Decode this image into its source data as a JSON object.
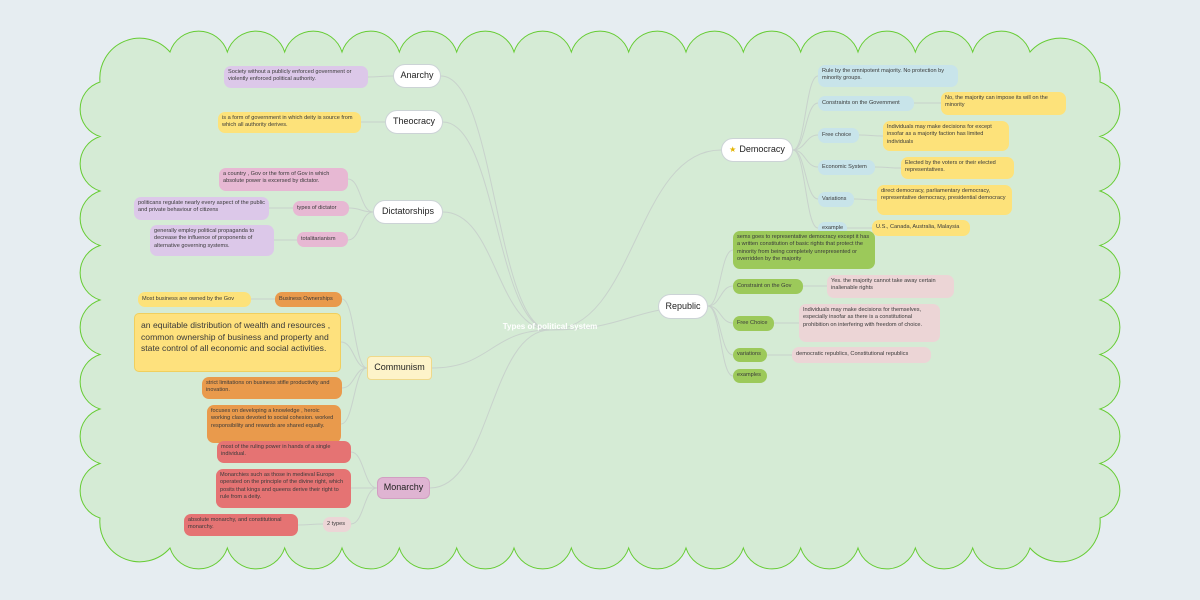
{
  "central": {
    "title": "Types of political system"
  },
  "colors": {
    "background": "#e6edf1",
    "cloud_fill": "#d5ebd5",
    "cloud_stroke": "#66cc33",
    "connector": "#c8d2cc"
  },
  "branches": {
    "anarchy": {
      "label": "Anarchy",
      "notes": [
        "Society without a publicly enforced government or violently enforced political authority."
      ]
    },
    "theocracy": {
      "label": "Theocracy",
      "notes": [
        "is a form of government in which deity is source from which all authority derives."
      ]
    },
    "dictatorships": {
      "label": "Dictatorships",
      "definition": "a country , Gov or the form of Gov in which absolute power is excersed by dictator.",
      "types_label": "types of dictator",
      "types_note": "politicans regulate nearly every aspect of the public and private behaviour of citizens",
      "totalitarianism_label": "totalitarianism",
      "totalitarianism_note": "generally employ political propaganda to decrease the influence of proponents of alternative governing systems."
    },
    "communism": {
      "label": "Communism",
      "ownership_label": "Business Ownerships",
      "ownership_note": "Most business are owned by the Gov",
      "definition": "an equitable distribution of wealth and resources , common ownership of business and property and state control of all economic and social activities.",
      "limitations": "strict limitations on business stifle productivity and inovation.",
      "focus": "focuses on developing a knowledge , heroic working class devoted to social cohesion. worked responsibility and rewards are shared equally."
    },
    "monarchy": {
      "label": "Monarchy",
      "power_note": "most of the ruling power in hands of a single individual.",
      "history_note": "Monarchies such as those in medieval Europe operated on the principle of the divine right, which posits that kings and queens derive their right to rule from a deity.",
      "types_label": "2 types",
      "types_note": "absolute monarchy, and constitutional monarchy."
    },
    "democracy": {
      "label": "Democracy",
      "icon": "star-icon",
      "rule": "Rule by the omnipotent majority. No protection by minority groups.",
      "constraints_label": "Constraints on the Government",
      "constraints_note": "No, the majority can impose its will on the minority",
      "free_choice_label": "Free choice",
      "free_choice_note": "Individuals may make decisions for except insofar as a majority faction has limited individuals",
      "economic_label": "Economic System",
      "economic_note": "Elected by the voters or their elected representatives.",
      "variations_label": "Variations",
      "variations_note": "direct democracy, parliamentary democracy, representative democracy, presidential democracy",
      "example_label": "example",
      "example_note": "U.S., Canada, Australia, Malaysia"
    },
    "republic": {
      "label": "Republic",
      "summary": "sems goes to representative democracy except it has a written constitution of basic rights that protect the minority from being completely unrepresented or overridden by the majority",
      "constraint_label": "Constraint on the Gov",
      "constraint_note": "Yes. the majority cannot take away certain inalienable rights",
      "free_choice_label": "Free Choice",
      "free_choice_note": "Individuals may make decisions for themselves, especially insofar as there is a constitutional prohibition on interfering with freedom of choice.",
      "variations_label": "variations",
      "variations_note": "democratic republics, Constitutional republics",
      "examples_label": "examples"
    }
  }
}
